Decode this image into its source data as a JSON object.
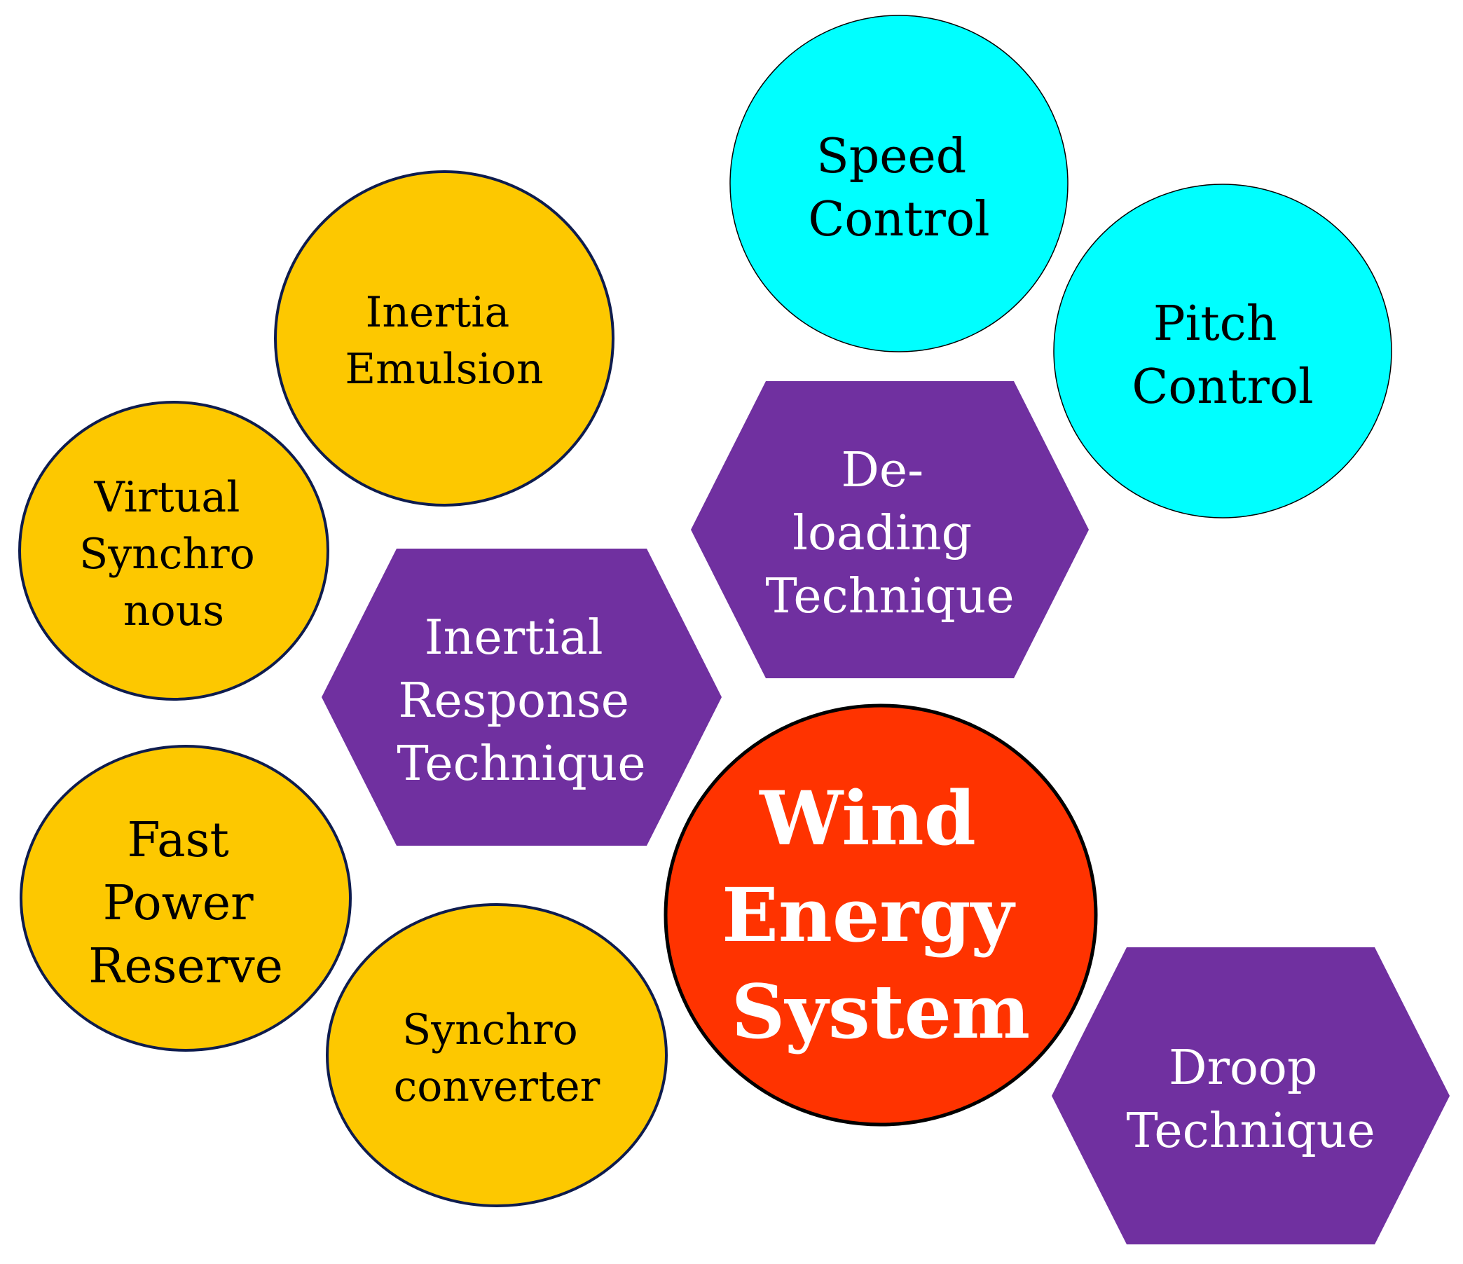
{
  "colors": {
    "gold": "#FDC800",
    "gold_stroke": "#0E1C4E",
    "cyan": "#00FFFF",
    "purple": "#7030A0",
    "red": "#FF3300",
    "text_dark": "#000000",
    "text_light": "#FFFFFF"
  },
  "nodes": {
    "speed": {
      "lines": [
        "Speed",
        "Control"
      ]
    },
    "pitch": {
      "lines": [
        "Pitch",
        "Control"
      ]
    },
    "inertia": {
      "lines": [
        "Inertia",
        "Emulsion"
      ]
    },
    "virtual": {
      "lines": [
        "Virtual",
        "Synchro",
        "nous"
      ]
    },
    "fastpower": {
      "lines": [
        "Fast",
        "Power",
        "Reserve"
      ]
    },
    "synchro": {
      "lines": [
        "Synchro",
        "converter"
      ]
    },
    "deloading": {
      "lines": [
        "De-",
        "loading",
        "Technique"
      ]
    },
    "inertial": {
      "lines": [
        "Inertial",
        "Response",
        "Technique"
      ]
    },
    "droop": {
      "lines": [
        "Droop",
        "Technique"
      ]
    },
    "wind": {
      "lines": [
        "Wind",
        "Energy",
        "System"
      ]
    }
  }
}
